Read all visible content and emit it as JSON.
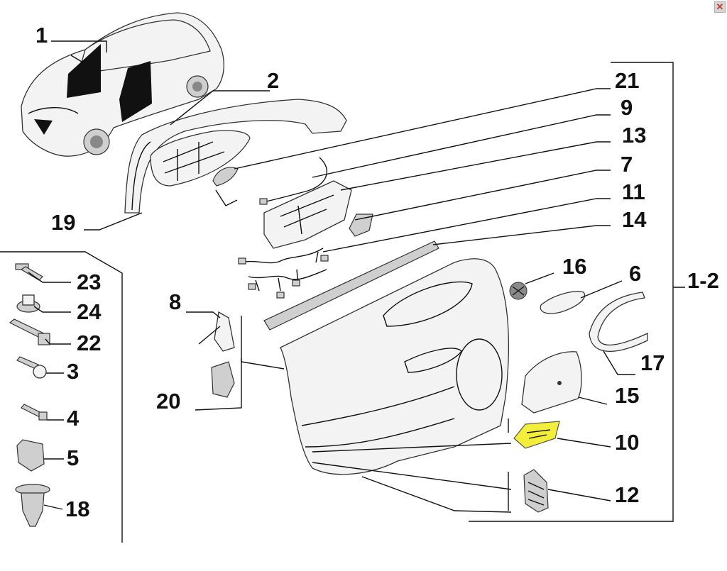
{
  "window": {
    "close_icon": "close-icon"
  },
  "callouts": [
    {
      "id": "c1",
      "label": "1"
    },
    {
      "id": "c2",
      "label": "2"
    },
    {
      "id": "c21",
      "label": "21"
    },
    {
      "id": "c9",
      "label": "9"
    },
    {
      "id": "c13",
      "label": "13"
    },
    {
      "id": "c7",
      "label": "7"
    },
    {
      "id": "c11",
      "label": "11"
    },
    {
      "id": "c14",
      "label": "14"
    },
    {
      "id": "c19",
      "label": "19"
    },
    {
      "id": "c16",
      "label": "16"
    },
    {
      "id": "c6",
      "label": "6"
    },
    {
      "id": "c12g",
      "label": "1-2"
    },
    {
      "id": "c8",
      "label": "8"
    },
    {
      "id": "c17",
      "label": "17"
    },
    {
      "id": "c15",
      "label": "15"
    },
    {
      "id": "c20",
      "label": "20"
    },
    {
      "id": "c10",
      "label": "10"
    },
    {
      "id": "c12",
      "label": "12"
    },
    {
      "id": "c23",
      "label": "23"
    },
    {
      "id": "c24",
      "label": "24"
    },
    {
      "id": "c22",
      "label": "22"
    },
    {
      "id": "c3",
      "label": "3"
    },
    {
      "id": "c4",
      "label": "4"
    },
    {
      "id": "c5",
      "label": "5"
    },
    {
      "id": "c18",
      "label": "18"
    }
  ],
  "highlight_color": "#f3ee3a"
}
